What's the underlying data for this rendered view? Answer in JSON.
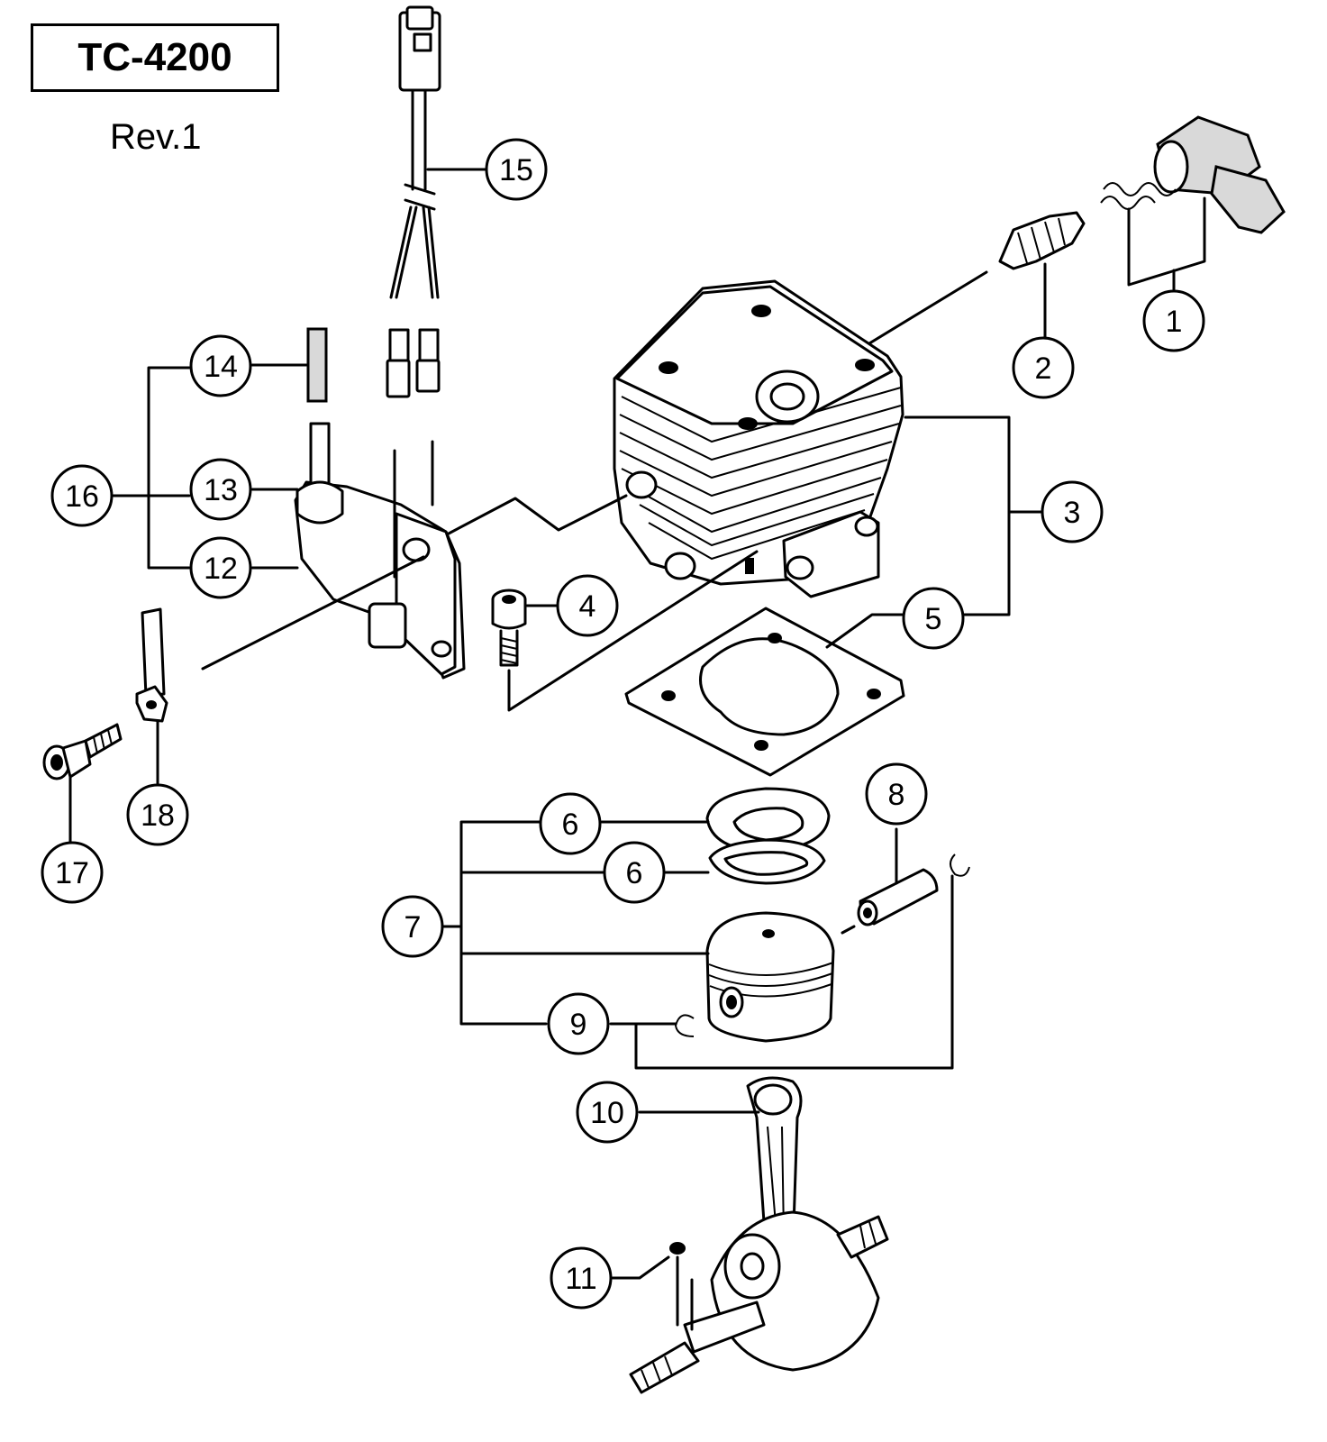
{
  "header": {
    "model": "TC-4200",
    "revision": "Rev.1"
  },
  "callouts": {
    "c1": "1",
    "c2": "2",
    "c3": "3",
    "c4": "4",
    "c5": "5",
    "c6a": "6",
    "c6b": "6",
    "c7": "7",
    "c8": "8",
    "c9": "9",
    "c10": "10",
    "c11": "11",
    "c12": "12",
    "c13": "13",
    "c14": "14",
    "c15": "15",
    "c16": "16",
    "c17": "17",
    "c18": "18"
  }
}
